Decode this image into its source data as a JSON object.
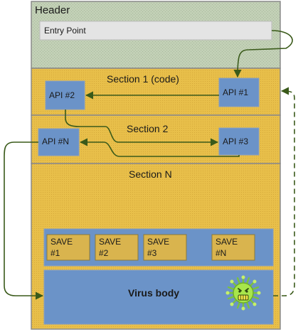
{
  "header": {
    "label": "Header",
    "entry_point": "Entry Point"
  },
  "section1": {
    "label": "Section 1 (code)",
    "api_left": "API #2",
    "api_right": "API #1"
  },
  "section2": {
    "label": "Section 2",
    "api_left": "API #N",
    "api_right": "API #3"
  },
  "sectionN": {
    "label": "Section N",
    "saves": [
      {
        "line1": "SAVE",
        "line2": "#1"
      },
      {
        "line1": "SAVE",
        "line2": "#2"
      },
      {
        "line1": "SAVE",
        "line2": "#3"
      },
      {
        "line1": "SAVE",
        "line2": "#N"
      }
    ],
    "virus_body": "Virus body"
  },
  "colors": {
    "header_fill": "#c2d0b6",
    "section_fill": "#e8bf4a",
    "api_fill": "#6b93c8",
    "entry_fill": "#e4e4e4",
    "save_fill": "#d9b44e",
    "arrow": "#3a5a1a",
    "virus": "#a8e64b"
  },
  "icons": {
    "virus": "virus-icon"
  }
}
